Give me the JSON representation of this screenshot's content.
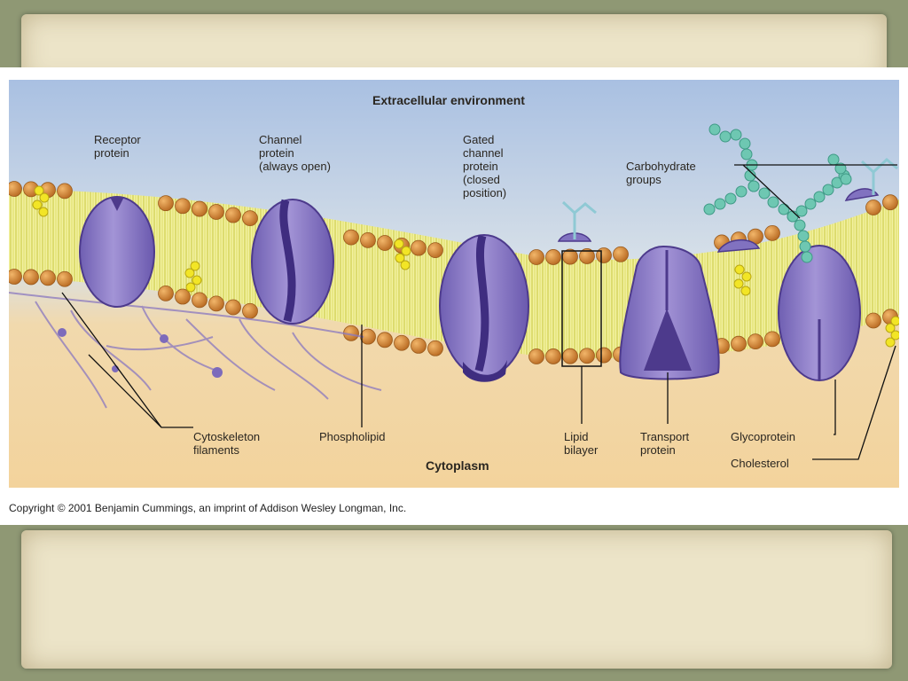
{
  "diagram": {
    "top_label": "Extracellular environment",
    "bottom_label": "Cytoplasm",
    "labels": {
      "receptor": "Receptor\nprotein",
      "channel": "Channel\nprotein\n(always open)",
      "gated": "Gated\nchannel\nprotein\n(closed\nposition)",
      "carbohydrate": "Carbohydrate\ngroups",
      "cytoskeleton": "Cytoskeleton\nfilaments",
      "phospholipid": "Phospholipid",
      "lipid_bilayer": "Lipid\nbilayer",
      "transport": "Transport\nprotein",
      "glycoprotein": "Glycoprotein",
      "cholesterol": "Cholesterol"
    },
    "colors": {
      "extracellular": "#b5c9e6",
      "cytoplasm": "#efcf9a",
      "lipid_head": "#cf8638",
      "lipid_tail": "#eef07a",
      "protein": "#8c7cc4",
      "protein_dark": "#4d3a8c",
      "carbohydrate": "#6ec7b2",
      "cholesterol": "#f2e526"
    }
  },
  "copyright": "Copyright © 2001 Benjamin Cummings, an imprint of Addison Wesley Longman, Inc."
}
